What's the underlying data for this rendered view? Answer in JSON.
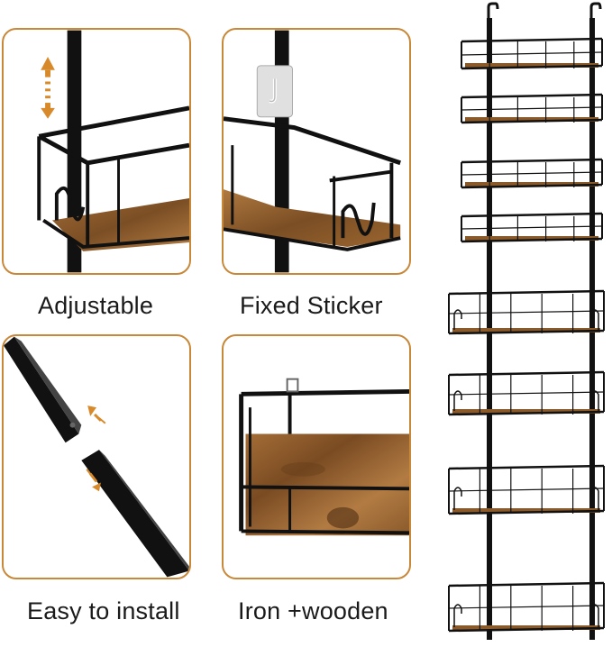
{
  "panels": [
    {
      "label": "Adjustable"
    },
    {
      "label": "Fixed Sticker"
    },
    {
      "label": "Easy to install"
    },
    {
      "label": "Iron +wooden"
    }
  ],
  "colors": {
    "border": "#c8883a",
    "metal": "#111111",
    "wood": "#8a5a2b",
    "arrow": "#d88a2a"
  }
}
